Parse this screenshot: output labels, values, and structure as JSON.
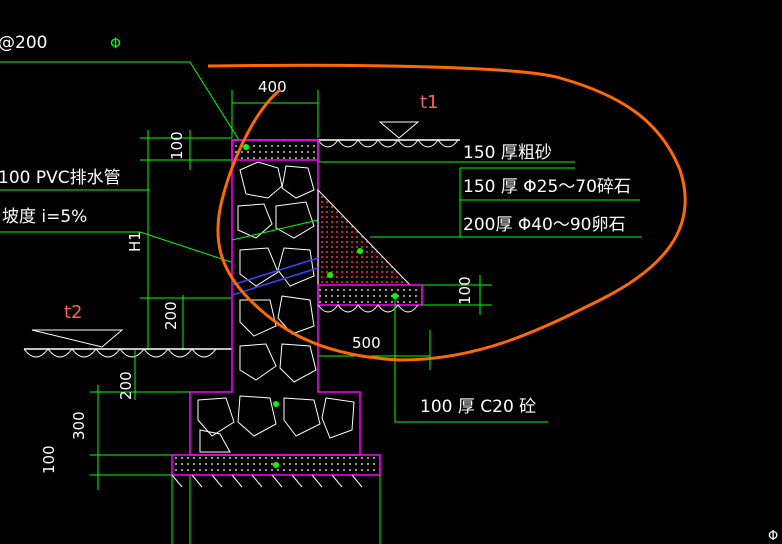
{
  "labels": {
    "top_left": "@200",
    "phi": "Φ",
    "t1": "t1",
    "t2": "t2",
    "sand": "150 厚粗砂",
    "gravel": "150 厚 Φ25～70碎石",
    "pebble": "200厚 Φ40～90卵石",
    "pvc": "100 PVC排水管",
    "slope": "坡度   i=5%",
    "c20": "100 厚 C20 砼"
  },
  "dims": {
    "d400": "400",
    "d100a": "100",
    "h1": "H1",
    "d200": "200",
    "d500": "500",
    "d100b": "100",
    "d200b": "200",
    "d300": "300",
    "d100c": "100"
  },
  "colors": {
    "background": "#000000",
    "outline": "#ff00ff",
    "dimension": "#00ff00",
    "annotation": "#ff6a00"
  }
}
